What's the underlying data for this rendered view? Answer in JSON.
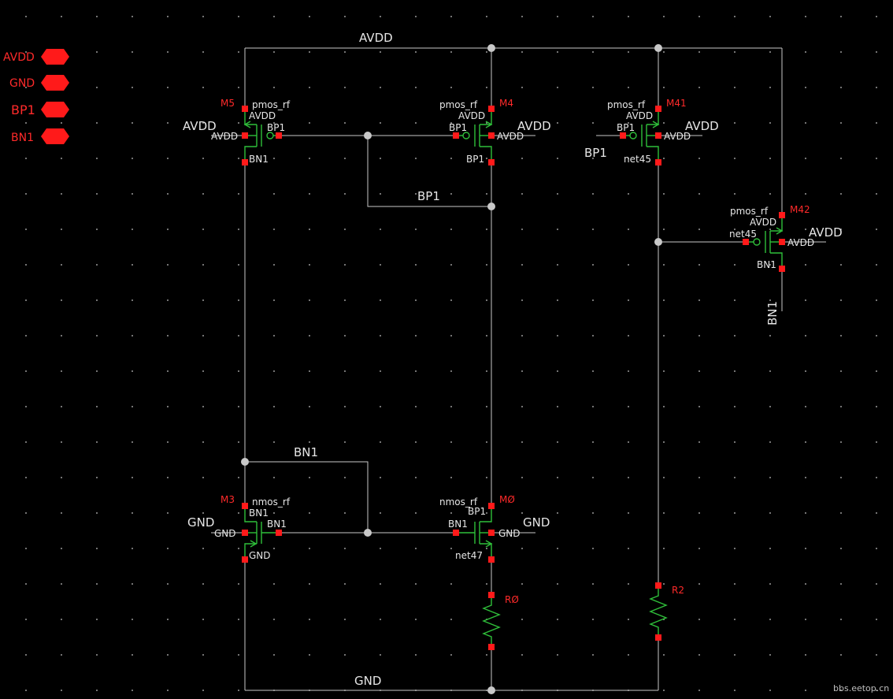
{
  "colors": {
    "background": "#000000",
    "wire": "#c8c8c8",
    "device_green": "#2fbf3a",
    "pin_red": "#ff1a1a",
    "net_text": "#e6e6e6",
    "instance_red": "#ff2a2a",
    "grid_dot": "#9a9a9a"
  },
  "pins": [
    "AVDD",
    "GND",
    "BP1",
    "BN1"
  ],
  "watermark": "bbs.eetop.cn",
  "wire_labels": {
    "avdd_top": "AVDD",
    "gnd_bottom": "GND",
    "bp1_mid": "BP1",
    "bn1_mid": "BN1",
    "bn1_vertical": "BN1"
  },
  "devices": {
    "m5": {
      "instance": "M5",
      "model": "pmos_rf",
      "d": "AVDD",
      "g": "BP1",
      "b": "AVDD",
      "s": "BN1",
      "ext_b": "AVDD"
    },
    "m4": {
      "instance": "M4",
      "model": "pmos_rf",
      "d": "AVDD",
      "g": "BP1",
      "b": "AVDD",
      "s": "BP1",
      "ext_b": "AVDD"
    },
    "m41": {
      "instance": "M41",
      "model": "pmos_rf",
      "d": "AVDD",
      "g": "BP1",
      "b": "AVDD",
      "s": "net45",
      "ext_b": "AVDD",
      "ext_g": "BP1"
    },
    "m42": {
      "instance": "M42",
      "model": "pmos_rf",
      "d": "AVDD",
      "g": "net45",
      "b": "AVDD",
      "s": "BN1",
      "ext_b": "AVDD"
    },
    "m3": {
      "instance": "M3",
      "model": "nmos_rf",
      "d": "BN1",
      "g": "BN1",
      "b": "GND",
      "s": "GND",
      "ext_b": "GND"
    },
    "m0": {
      "instance": "MØ",
      "model": "nmos_rf",
      "d": "BP1",
      "g": "BN1",
      "b": "GND",
      "s": "net47",
      "ext_b": "GND"
    },
    "r0": {
      "instance": "RØ"
    },
    "r2": {
      "instance": "R2"
    }
  }
}
